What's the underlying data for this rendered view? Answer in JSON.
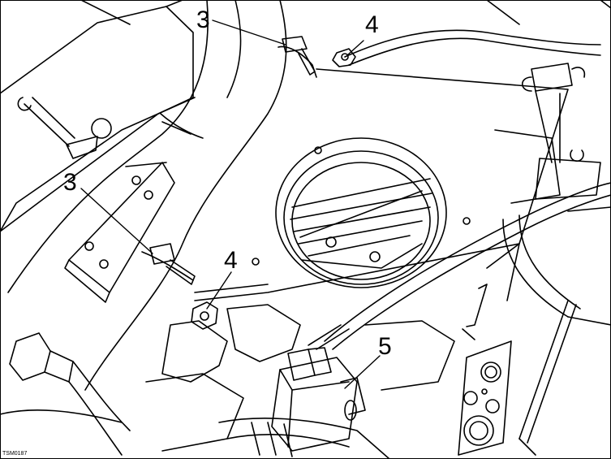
{
  "figure_code": "TSM0187",
  "callouts": [
    {
      "id": "3-upper",
      "label": "3"
    },
    {
      "id": "4-upper",
      "label": "4"
    },
    {
      "id": "3-left",
      "label": "3"
    },
    {
      "id": "4-lower",
      "label": "4"
    },
    {
      "id": "5",
      "label": "5"
    }
  ],
  "colors": {
    "line": "#000000",
    "fill": "#ffffff",
    "shade": "#e6e6e6"
  }
}
